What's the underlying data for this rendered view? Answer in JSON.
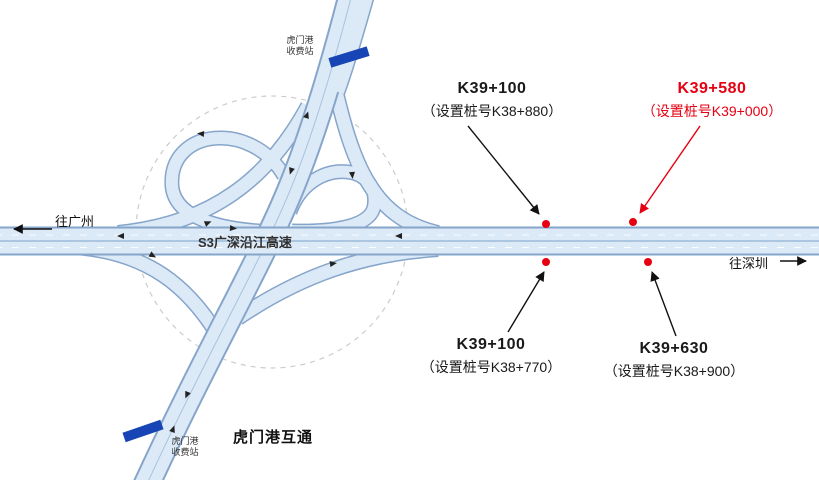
{
  "map": {
    "highway_label": "S3广深沿江高速",
    "interchange_label": "虎门港互通",
    "direction_west": "往广州",
    "direction_east": "往深圳",
    "toll_station_top": {
      "line1": "虎门港",
      "line2": "收费站"
    },
    "toll_station_bottom": {
      "line1": "虎门港",
      "line2": "收费站"
    }
  },
  "annotations": {
    "top_left": {
      "station": "K39+100",
      "note": "（设置桩号K38+880）",
      "color": "#1a1a1a"
    },
    "top_right": {
      "station": "K39+580",
      "note": "（设置桩号K39+000）",
      "color": "#e60012"
    },
    "bottom_left": {
      "station": "K39+100",
      "note": "（设置桩号K38+770）",
      "color": "#1a1a1a"
    },
    "bottom_right": {
      "station": "K39+630",
      "note": "（设置桩号K38+900）",
      "color": "#1a1a1a"
    }
  },
  "colors": {
    "road_fill": "#dce9f6",
    "road_edge": "#86a5cb",
    "toll_gate": "#1845b5",
    "marker_red": "#e60012",
    "guide_circle": "#cccccc"
  }
}
